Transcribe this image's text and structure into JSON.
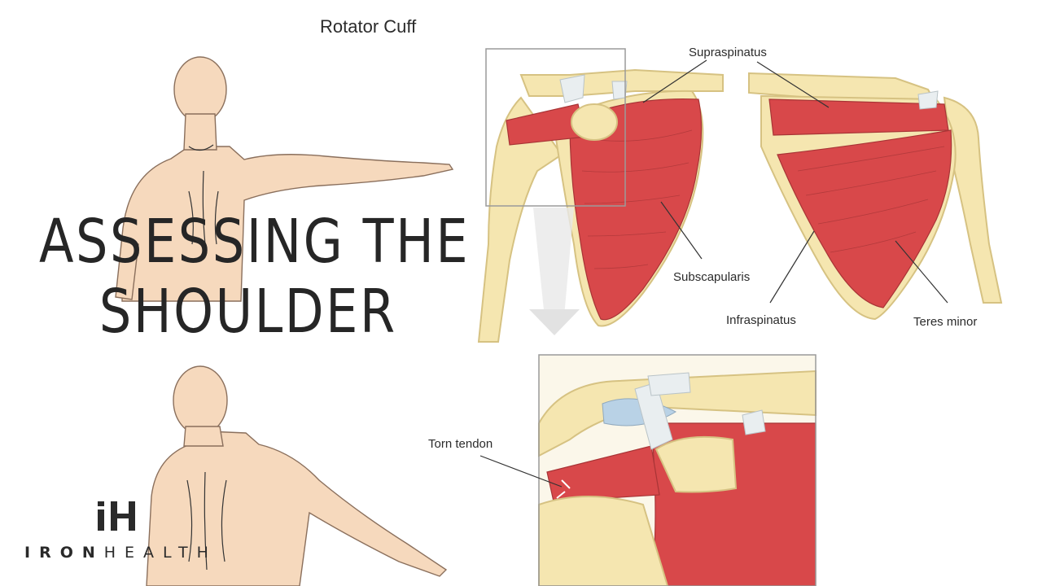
{
  "diagram": {
    "title": "Rotator Cuff",
    "labels": {
      "supraspinatus": "Supraspinatus",
      "subscapularis": "Subscapularis",
      "infraspinatus": "Infraspinatus",
      "teres_minor": "Teres minor",
      "torn_tendon": "Torn tendon"
    }
  },
  "headline": {
    "line1": "ASSESSING THE",
    "line2": "SHOULDER"
  },
  "brand": {
    "part1": "IRON",
    "part2": "HEALTH"
  },
  "colors": {
    "muscle": "#d8484a",
    "bone": "#f5e6b0",
    "skin": "#f6d9bd",
    "text": "#262626"
  }
}
